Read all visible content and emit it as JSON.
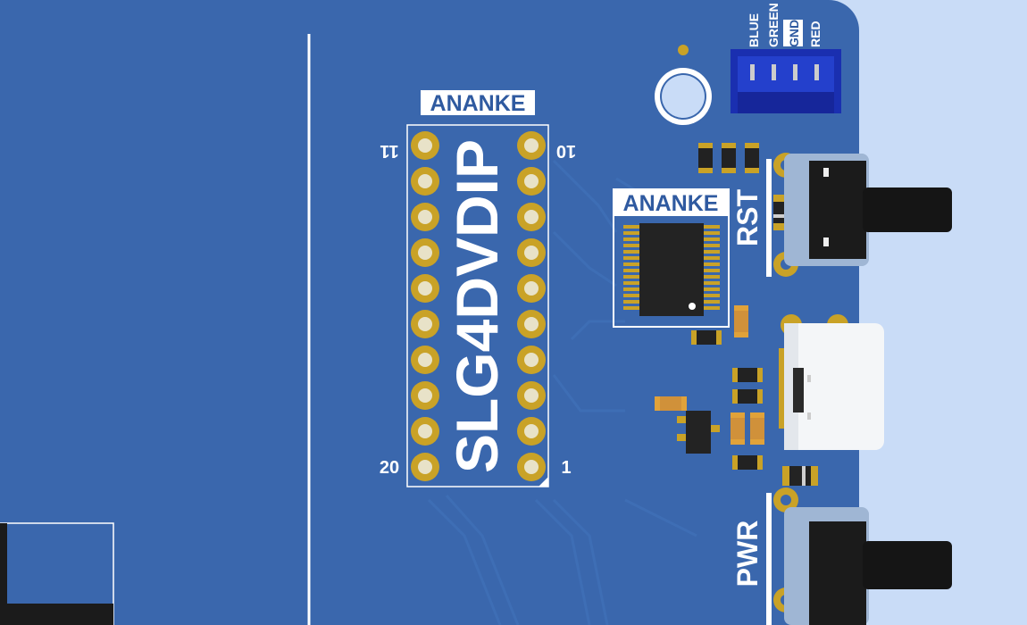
{
  "silkscreen": {
    "module_label": "ANANKE",
    "ic_label": "ANANKE",
    "dip_chip": "SLG4DVDIP",
    "pin_11": "11",
    "pin_10": "10",
    "pin_20": "20",
    "pin_1": "1",
    "rst_label": "RST",
    "pwr_label": "PWR",
    "connector_pins": [
      "BLUE",
      "GREEN",
      "GND",
      "RED"
    ]
  },
  "colors": {
    "board": "#3a67ad",
    "background": "#c9dcf7",
    "copper_pad": "#c9a227",
    "connector": "#1a2fb0",
    "silkscreen": "#ffffff"
  }
}
